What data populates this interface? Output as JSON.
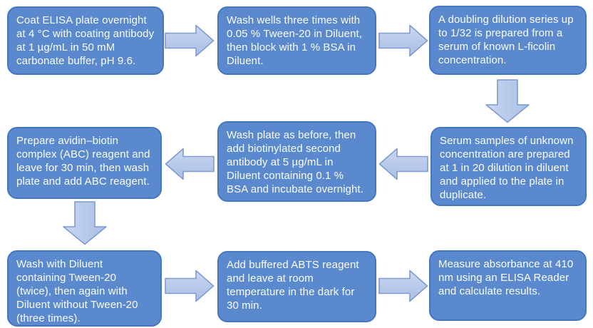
{
  "flowchart": {
    "steps": [
      {
        "id": 1,
        "text": "Coat ELISA plate overnight at 4 °C with coating antibody at 1 µg/mL in 50 mM carbonate buffer, pH 9.6."
      },
      {
        "id": 2,
        "text": "Wash wells three times with 0.05 % Tween-20 in Diluent, then block with 1 % BSA in Diluent."
      },
      {
        "id": 3,
        "text": "A doubling dilution series up to 1/32 is prepared from a serum of known L-ficolin concentration."
      },
      {
        "id": 4,
        "text": "Serum samples of unknown concentration are prepared at 1 in 20 dilution in diluent and applied to the plate in duplicate."
      },
      {
        "id": 5,
        "text": "Wash plate as before, then add biotinylated second antibody at 5 µg/mL in Diluent containing 0.1 % BSA and incubate overnight."
      },
      {
        "id": 6,
        "text": "Prepare avidin–biotin complex (ABC) reagent and leave for 30 min, then wash plate and add ABC reagent."
      },
      {
        "id": 7,
        "text": "Wash with Diluent containing Tween-20 (twice), then again with Diluent without Tween-20 (three times)."
      },
      {
        "id": 8,
        "text": "Add buffered ABTS reagent and leave at room temperature in the dark for 30 min."
      },
      {
        "id": 9,
        "text": "Measure absorbance at 410 nm using an ELISA Reader and calculate results."
      }
    ],
    "connections": [
      {
        "from": 1,
        "to": 2,
        "direction": "right"
      },
      {
        "from": 2,
        "to": 3,
        "direction": "right"
      },
      {
        "from": 3,
        "to": 4,
        "direction": "down"
      },
      {
        "from": 4,
        "to": 5,
        "direction": "left"
      },
      {
        "from": 5,
        "to": 6,
        "direction": "left"
      },
      {
        "from": 6,
        "to": 7,
        "direction": "down"
      },
      {
        "from": 7,
        "to": 8,
        "direction": "right"
      },
      {
        "from": 8,
        "to": 9,
        "direction": "right"
      }
    ],
    "colors": {
      "box_fill": "#5b89ce",
      "box_border": "#4576c0",
      "box_text": "#fbfdfe",
      "arrow_fill_light": "#c9d6ef",
      "arrow_fill_dark": "#a9bfe5",
      "arrow_border": "#7f9ad0",
      "background": "#ffffff"
    }
  }
}
